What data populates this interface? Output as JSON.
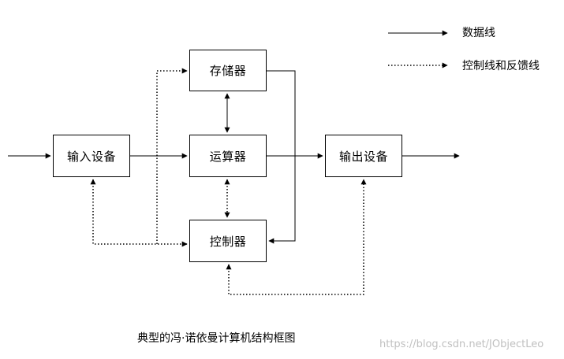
{
  "legend": {
    "data_line_label": "数据线",
    "control_line_label": "控制线和反馈线"
  },
  "boxes": {
    "memory": "存储器",
    "alu": "运算器",
    "control": "控制器",
    "input": "输入设备",
    "output": "输出设备"
  },
  "caption": "典型的冯·诺依曼计算机结构框图",
  "watermark": "https://blog.csdn.net/JObjectLeo",
  "colors": {
    "line": "#000000",
    "watermark": "#c0c0c0"
  }
}
